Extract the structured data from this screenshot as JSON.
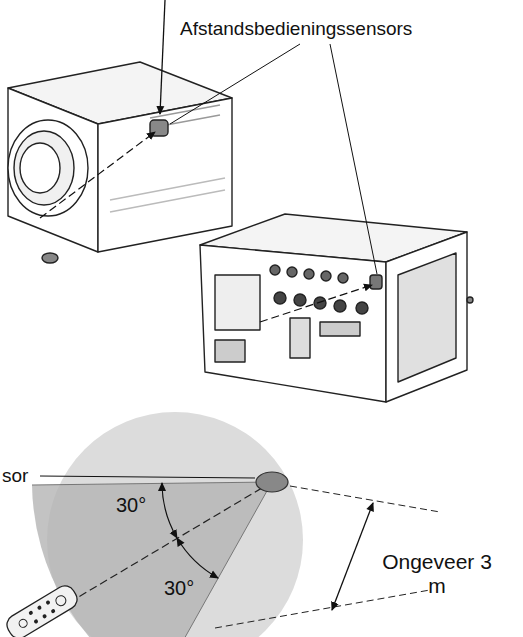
{
  "diagram": {
    "labels": [
      "Afstandsbedieningssensors",
      "sor",
      "30°",
      "30°",
      "Ongeveer 3 m"
    ]
  }
}
